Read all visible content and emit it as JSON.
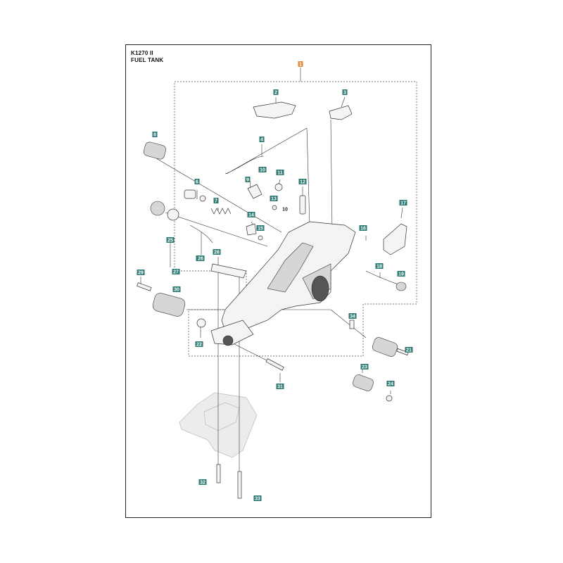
{
  "header": {
    "model": "K1270 II",
    "section": "FUEL TANK"
  },
  "callouts": [
    {
      "id": "1",
      "style": "orange"
    },
    {
      "id": "2",
      "style": "box"
    },
    {
      "id": "3",
      "style": "box"
    },
    {
      "id": "4",
      "style": "box"
    },
    {
      "id": "6",
      "style": "box"
    },
    {
      "id": "7",
      "style": "box"
    },
    {
      "id": "8",
      "style": "box"
    },
    {
      "id": "9",
      "style": "box"
    },
    {
      "id": "10",
      "style": "box"
    },
    {
      "id": "10",
      "style": "plain"
    },
    {
      "id": "11",
      "style": "box"
    },
    {
      "id": "12",
      "style": "box"
    },
    {
      "id": "13",
      "style": "box"
    },
    {
      "id": "14",
      "style": "box"
    },
    {
      "id": "15",
      "style": "box"
    },
    {
      "id": "16",
      "style": "box"
    },
    {
      "id": "17",
      "style": "box"
    },
    {
      "id": "18",
      "style": "box"
    },
    {
      "id": "19",
      "style": "box"
    },
    {
      "id": "21",
      "style": "box"
    },
    {
      "id": "22",
      "style": "box"
    },
    {
      "id": "23",
      "style": "box"
    },
    {
      "id": "24",
      "style": "box"
    },
    {
      "id": "25",
      "style": "box"
    },
    {
      "id": "26",
      "style": "box"
    },
    {
      "id": "26",
      "style": "box"
    },
    {
      "id": "27",
      "style": "box"
    },
    {
      "id": "28",
      "style": "box"
    },
    {
      "id": "29",
      "style": "box"
    },
    {
      "id": "30",
      "style": "box"
    },
    {
      "id": "31",
      "style": "box"
    },
    {
      "id": "32",
      "style": "box"
    },
    {
      "id": "33",
      "style": "box"
    },
    {
      "id": "34",
      "style": "box"
    }
  ],
  "colors": {
    "callout": "#2e7a75",
    "callout_main": "#e08a3a",
    "line": "#333333"
  }
}
